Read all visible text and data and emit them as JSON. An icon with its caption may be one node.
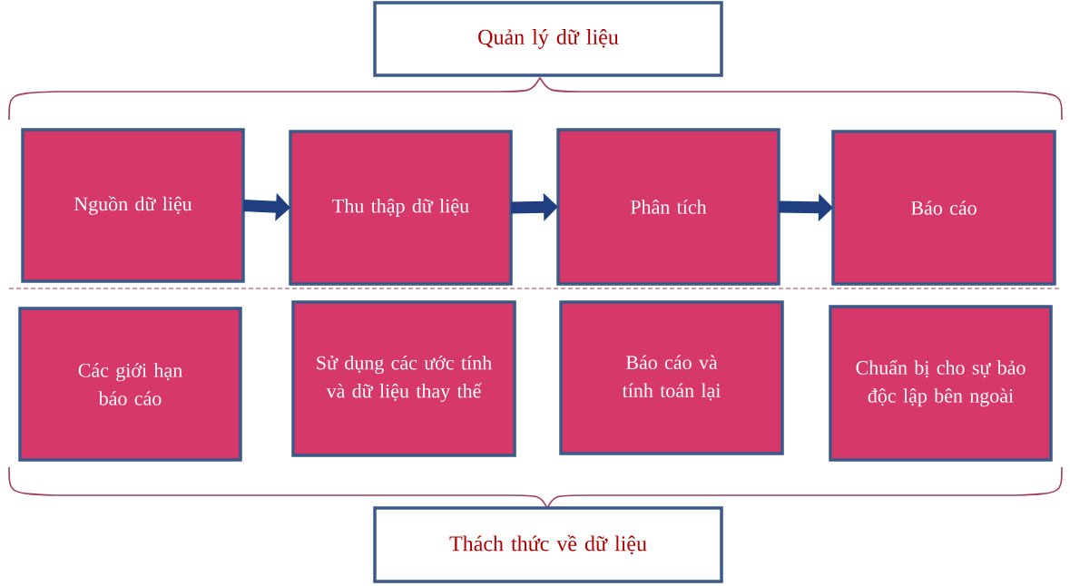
{
  "diagram": {
    "nodes": [
      {
        "text": [
          "Quản lý dữ liệu"
        ]
      },
      {
        "text": [
          "Nguồn dữ liệu"
        ]
      },
      {
        "text": [
          "Thu thập dữ liệu"
        ]
      },
      {
        "text": [
          "Phân tích"
        ]
      },
      {
        "text": [
          "Báo cáo"
        ]
      },
      {
        "text": [
          "Các giới hạn báo cáo"
        ]
      },
      {
        "text": [
          "Sử dụng các ước tính và dữ liệu thay thế"
        ]
      },
      {
        "text": [
          "Báo cáo và tính toán lại"
        ]
      },
      {
        "text": [
          "Chuẩn bị cho sự bảo độc lập bên ngoài"
        ]
      },
      {
        "text": [
          "Thách thức về dữ liệu"
        ]
      }
    ],
    "edges": [
      {
        "from": 1,
        "to": 2,
        "arrow": "to"
      },
      {
        "from": 2,
        "to": 3,
        "arrow": "to"
      },
      {
        "from": 3,
        "to": 4,
        "arrow": "to"
      }
    ]
  }
}
